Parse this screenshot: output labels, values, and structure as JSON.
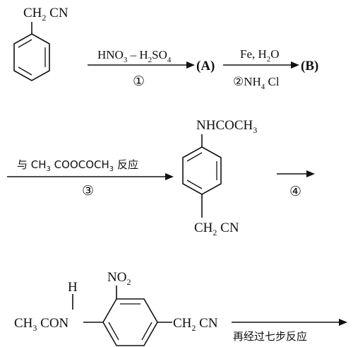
{
  "reagents": {
    "step1_top_main": "HNO",
    "step1_top_sub1": "3",
    "step1_top_mid": " – H",
    "step1_top_sub2": "2",
    "step1_top_tail": "SO",
    "step1_top_sub3": "4",
    "step1_bottom": "①",
    "step2_top_main": "Fe, H",
    "step2_top_sub": "2",
    "step2_top_tail": "O",
    "step2_bottom_a": "②NH",
    "step2_bottom_sub": "4",
    "step2_bottom_b": " Cl",
    "step3_top_pre": "与 CH",
    "step3_top_sub1": "3",
    "step3_top_mid": " COOCOCH",
    "step3_top_sub2": "3",
    "step3_top_post": " 反应",
    "step3_bottom": "③",
    "step4_bottom": "④",
    "final_label": "再经过七步反应"
  },
  "products": {
    "A": "(A)",
    "B": "(B)"
  },
  "groups": {
    "ch2cn_main": "CH",
    "ch2cn_sub": "2",
    "ch2cn_tail": " CN",
    "nhcoch3_main": "NHCOCH",
    "nhcoch3_sub": "3",
    "h_label": "H",
    "no2_main": "NO",
    "no2_sub": "2",
    "ch3con_main": "CH",
    "ch3con_sub": "3",
    "ch3con_tail": " CON"
  }
}
